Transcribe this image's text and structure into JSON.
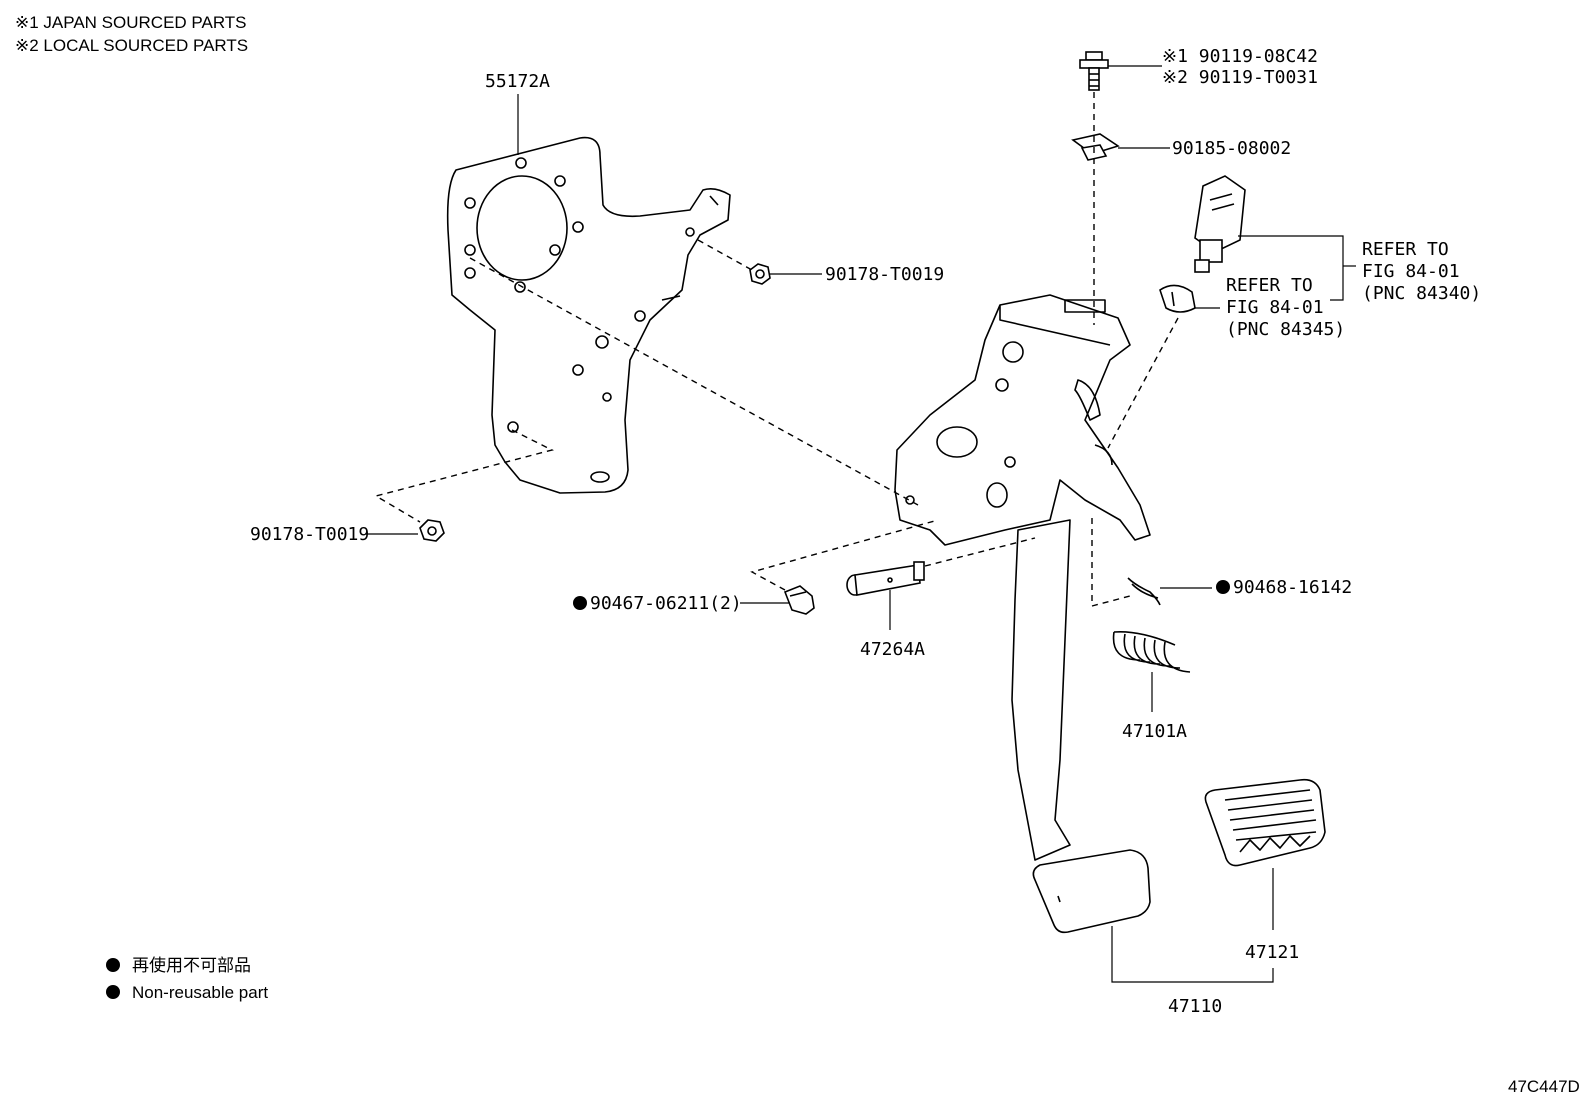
{
  "notes": {
    "japan": "※1 JAPAN SOURCED PARTS",
    "local": "※2 LOCAL SOURCED PARTS"
  },
  "labels": {
    "bracket": "55172A",
    "nut_top": "90178-T0019",
    "nut_left": "90178-T0019",
    "bolt_japan": "※1 90119-08C42",
    "bolt_local": "※2 90119-T0031",
    "clip_nut": "90185-08002",
    "refer_switch_l1": "REFER TO",
    "refer_switch_l2": "FIG 84-01",
    "refer_switch_l3": "(PNC 84340)",
    "refer_cushion_l1": "REFER TO",
    "refer_cushion_l2": "FIG 84-01",
    "refer_cushion_l3": "(PNC 84345)",
    "bushing": "90467-06211(2)",
    "pin": "47264A",
    "clip": "90468-16142",
    "spring": "47101A",
    "pad": "47121",
    "pedal": "47110"
  },
  "legend": {
    "japanese": "再使用不可部品",
    "english": "Non-reusable part"
  },
  "figure_code": "47C447D"
}
